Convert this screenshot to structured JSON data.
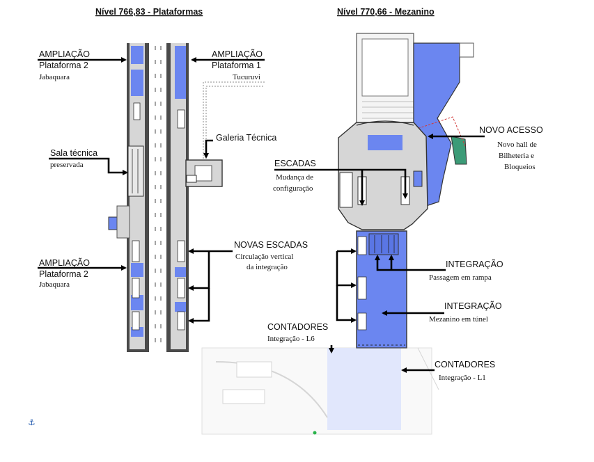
{
  "titles": {
    "left": "Nível 766,83 - Plataformas",
    "right": "Nível 770,66 - Mezanino"
  },
  "labels": {
    "ampliacao_top": {
      "title": "AMPLIAÇÃO",
      "line1": "Plataforma 2",
      "line2": "Jabaquara"
    },
    "ampliacao_p1": {
      "title": "AMPLIAÇÃO",
      "line1": "Plataforma 1",
      "line2": "Tucuruvi"
    },
    "galeria": {
      "title": "Galeria Técnica"
    },
    "sala": {
      "title": "Sala técnica",
      "line1": "preservada"
    },
    "ampliacao_bottom": {
      "title": "AMPLIAÇÃO",
      "line1": "Plataforma 2",
      "line2": "Jabaquara"
    },
    "novas_escadas": {
      "title": "NOVAS ESCADAS",
      "line1": "Circulação vertical",
      "line2": "da integração"
    },
    "escadas": {
      "title": "ESCADAS",
      "line1": "Mudança de",
      "line2": "configuração"
    },
    "novo_acesso": {
      "title": "NOVO ACESSO",
      "line1": "Novo hall de",
      "line2": "Bilheteria e",
      "line3": "Bloqueios"
    },
    "integracao_rampa": {
      "title": "INTEGRAÇÃO",
      "line1": "Passagem em rampa"
    },
    "integracao_tunel": {
      "title": "INTEGRAÇÃO",
      "line1": "Mezanino em túnel"
    },
    "contadores_l6": {
      "title": "CONTADORES",
      "line1": "Integração - L6"
    },
    "contadores_l1": {
      "title": "CONTADORES",
      "line1": "Integração - L1"
    }
  },
  "colors": {
    "accent_blue": "#6b86f0",
    "floor_gray": "#d6d6d6",
    "arrow": "#000000"
  }
}
